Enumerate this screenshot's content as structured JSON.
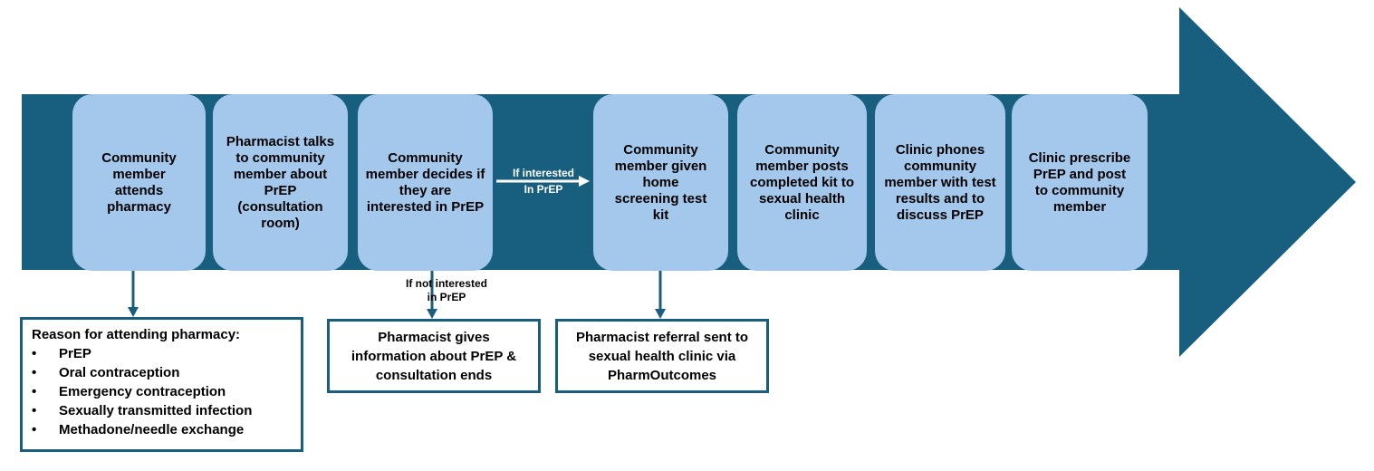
{
  "colors": {
    "arrow": "#185f7f",
    "step_fill": "#a3c8ec",
    "note_border": "#185f7f"
  },
  "steps": [
    {
      "label": "Community member attends pharmacy"
    },
    {
      "label": "Pharmacist talks to community member about PrEP (consultation room)"
    },
    {
      "label": "Community member decides if they are interested in PrEP"
    },
    {
      "label": "Community member given home screening test kit"
    },
    {
      "label": "Community member posts completed kit to sexual health clinic"
    },
    {
      "label": "Clinic phones community member with test results and to discuss PrEP"
    },
    {
      "label": "Clinic prescribe PrEP and post to community member"
    }
  ],
  "connectors": {
    "interested": {
      "line1": "If interested",
      "line2": "In PrEP"
    },
    "not_interested": {
      "line1": "If not interested",
      "line2": "in PrEP"
    }
  },
  "notes": {
    "reasons": {
      "title": "Reason for attending pharmacy:",
      "items": [
        "PrEP",
        "Oral contraception",
        "Emergency contraception",
        "Sexually transmitted infection",
        "Methadone/needle exchange"
      ]
    },
    "info": {
      "text": "Pharmacist gives information about PrEP & consultation ends"
    },
    "referral": {
      "text": "Pharmacist referral sent to sexual health clinic via PharmOutcomes"
    }
  }
}
